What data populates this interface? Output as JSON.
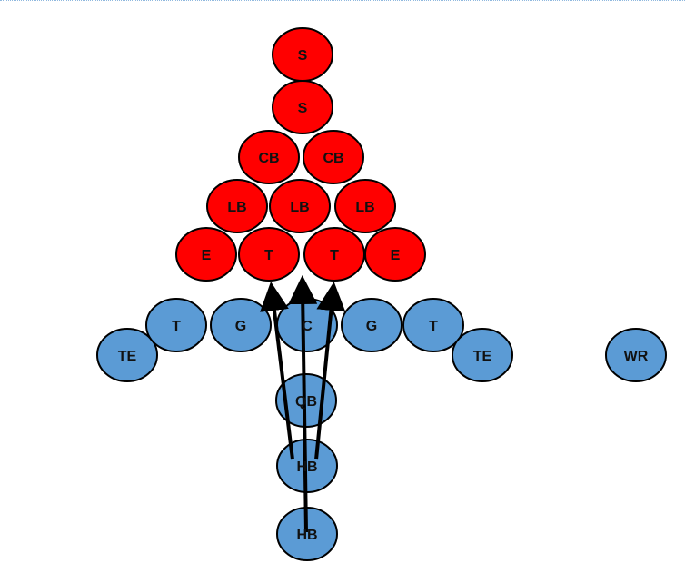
{
  "colors": {
    "defense_fill": "#ff0000",
    "offense_fill": "#5b9bd5",
    "outline": "#000000",
    "arrow": "#000000",
    "label": "#111111"
  },
  "defense": [
    {
      "id": "def-safety-deep",
      "label": "S"
    },
    {
      "id": "def-safety",
      "label": "S"
    },
    {
      "id": "def-cornerback-left",
      "label": "CB"
    },
    {
      "id": "def-cornerback-right",
      "label": "CB"
    },
    {
      "id": "def-linebacker-left",
      "label": "LB"
    },
    {
      "id": "def-linebacker-middle",
      "label": "LB"
    },
    {
      "id": "def-linebacker-right",
      "label": "LB"
    },
    {
      "id": "def-end-left",
      "label": "E"
    },
    {
      "id": "def-tackle-left",
      "label": "T"
    },
    {
      "id": "def-tackle-right",
      "label": "T"
    },
    {
      "id": "def-end-right",
      "label": "E"
    }
  ],
  "offense": [
    {
      "id": "off-tight-end-left",
      "label": "TE"
    },
    {
      "id": "off-tackle-left",
      "label": "T"
    },
    {
      "id": "off-guard-left",
      "label": "G"
    },
    {
      "id": "off-center",
      "label": "C"
    },
    {
      "id": "off-guard-right",
      "label": "G"
    },
    {
      "id": "off-tackle-right",
      "label": "T"
    },
    {
      "id": "off-tight-end-right",
      "label": "TE"
    },
    {
      "id": "off-wide-receiver",
      "label": "WR"
    },
    {
      "id": "off-quarterback",
      "label": "QB"
    },
    {
      "id": "off-halfback-up",
      "label": "HB"
    },
    {
      "id": "off-halfback-deep",
      "label": "HB"
    }
  ]
}
